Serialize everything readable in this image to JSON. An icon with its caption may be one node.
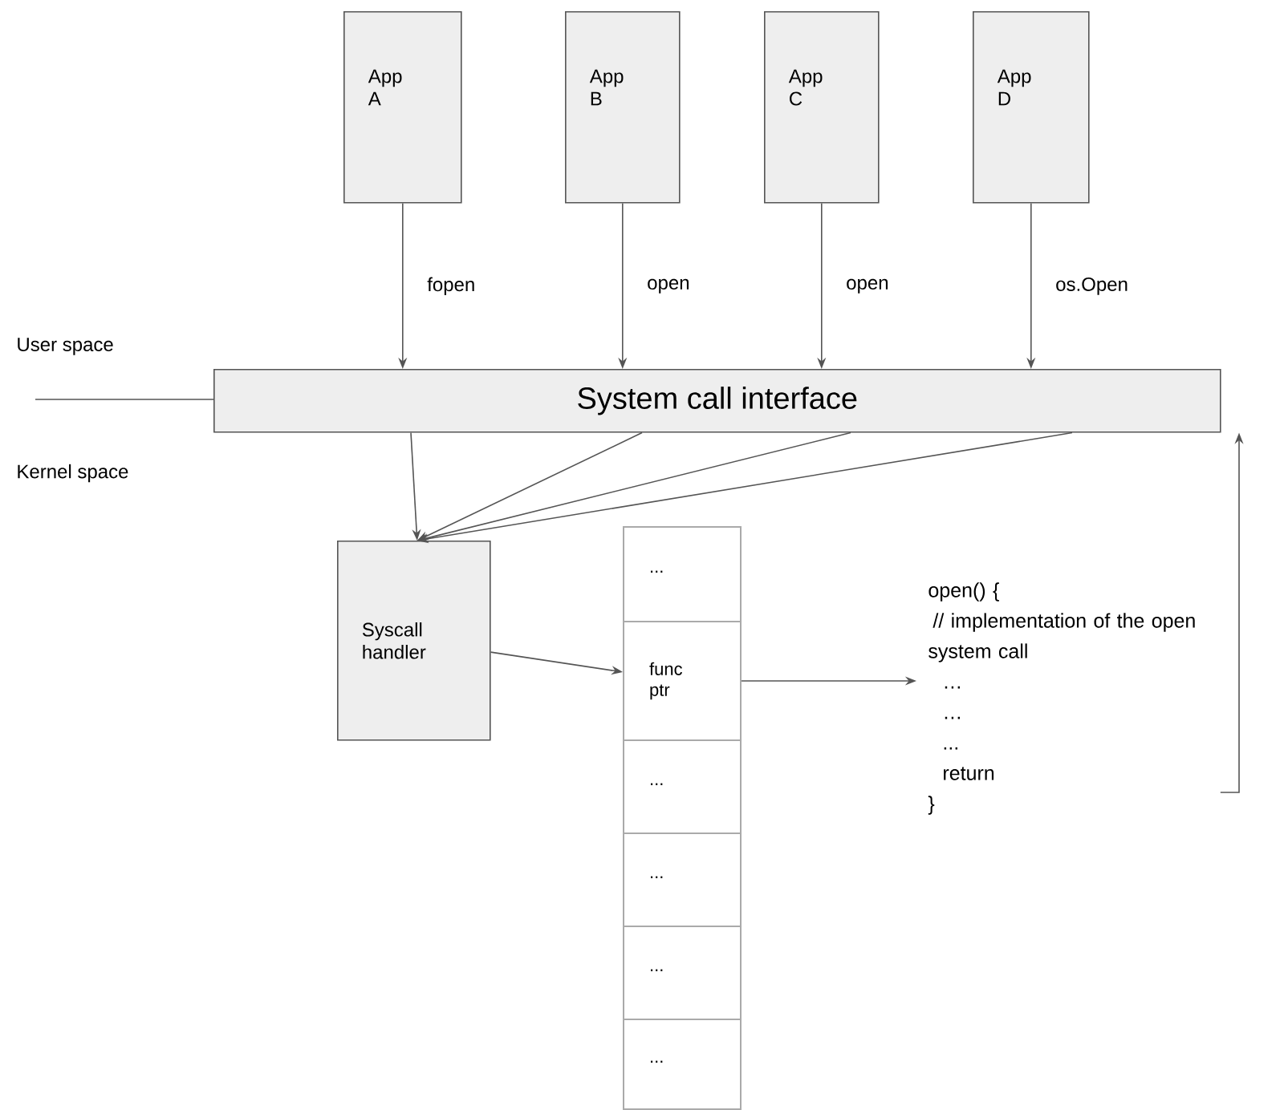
{
  "diagram": {
    "nodes": [
      {
        "text": [
          "App A"
        ]
      },
      {
        "text": [
          "App B"
        ]
      },
      {
        "text": [
          "App C"
        ]
      },
      {
        "text": [
          "App D"
        ]
      },
      {
        "text": [
          "System call interface"
        ]
      },
      {
        "text": [
          "Syscall handler"
        ]
      },
      {
        "text": [
          "..."
        ]
      },
      {
        "text": [
          "func ptr"
        ]
      },
      {
        "text": [
          "..."
        ]
      },
      {
        "text": [
          "..."
        ]
      },
      {
        "text": [
          "..."
        ]
      },
      {
        "text": [
          "..."
        ]
      },
      {
        "text": [
          "open() {",
          "// implementation of the open system call",
          "…",
          "…",
          "...",
          "return",
          "}"
        ]
      }
    ],
    "edges": [
      {
        "from": 0,
        "to": 4,
        "arrow": "to",
        "label": "fopen"
      },
      {
        "from": 1,
        "to": 4,
        "arrow": "to",
        "label": "open"
      },
      {
        "from": 2,
        "to": 4,
        "arrow": "to",
        "label": "open"
      },
      {
        "from": 3,
        "to": 4,
        "arrow": "to",
        "label": "os.Open"
      },
      {
        "from": 4,
        "to": 5,
        "arrow": "to"
      },
      {
        "from": 4,
        "to": 5,
        "arrow": "to"
      },
      {
        "from": 4,
        "to": 5,
        "arrow": "to"
      },
      {
        "from": 4,
        "to": 5,
        "arrow": "to"
      },
      {
        "from": 5,
        "to": 7,
        "arrow": "to"
      },
      {
        "from": 7,
        "to": 12,
        "arrow": "to"
      },
      {
        "from": 12,
        "to": 4,
        "arrow": "to"
      }
    ],
    "labels": [
      "User space",
      "Kernel space"
    ]
  }
}
